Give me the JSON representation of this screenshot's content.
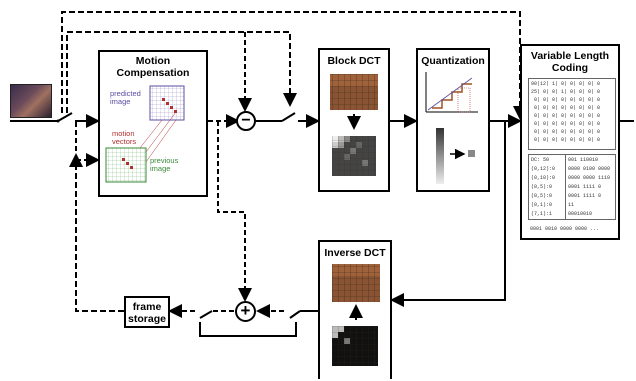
{
  "motion_compensation": {
    "title_line1": "Motion",
    "title_line2": "Compensation",
    "predicted_line1": "predicted",
    "predicted_line2": "image",
    "vectors_line1": "motion",
    "vectors_line2": "vectors",
    "previous_line1": "previous",
    "previous_line2": "image",
    "colors": {
      "predicted": "#5a4fa0",
      "vectors": "#b03030",
      "previous": "#3a8a3a"
    }
  },
  "block_dct": {
    "title": "Block DCT"
  },
  "quantization": {
    "title": "Quantization"
  },
  "vlc": {
    "title_line1": "Variable Length",
    "title_line2": "Coding",
    "matrix_rows": [
      "90|12| 1| 0| 0| 0| 0| 0",
      "25| 0| 0| 1| 0| 0| 0| 0",
      " 0| 0| 0| 0| 0| 0| 0| 0",
      " 0| 0| 0| 0| 0| 0| 0| 0",
      " 0| 0| 0| 0| 0| 0| 0| 0",
      " 0| 0| 0| 0| 0| 0| 0| 0",
      " 0| 0| 0| 0| 0| 0| 0| 0",
      " 0| 0| 0| 0| 0| 0| 0| 0"
    ],
    "code_rows": [
      {
        "left": "DC: 50",
        "right": "001 110010"
      },
      {
        "left": "(0,12):0",
        "right": "0000 0100 0000"
      },
      {
        "left": "(0,10):0",
        "right": "0000 0000 1110"
      },
      {
        "left": "(0,5):0",
        "right": "0001 1111 0"
      },
      {
        "left": "(0,5):0",
        "right": "0001 1111 0"
      },
      {
        "left": "(0,1):0",
        "right": "11"
      },
      {
        "left": "(7,1):1",
        "right": "00010010"
      }
    ],
    "bitstream": "0001 0010 0000 0000 ..."
  },
  "inverse_dct": {
    "title": "Inverse DCT"
  },
  "frame_storage": {
    "title_line1": "frame",
    "title_line2": "storage"
  },
  "operators": {
    "subtract": "−",
    "add": "+"
  }
}
